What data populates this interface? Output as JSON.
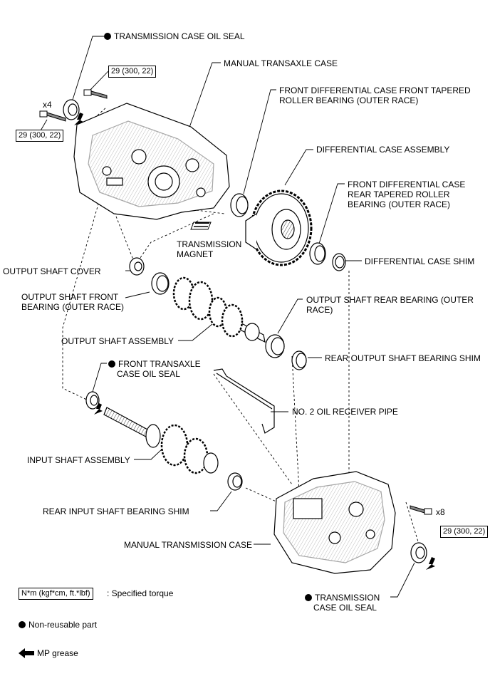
{
  "labels": {
    "transmission_case_oil_seal_top": "TRANSMISSION CASE OIL SEAL",
    "manual_transaxle_case": "MANUAL TRANSAXLE CASE",
    "front_diff_front_bearing_1": "FRONT DIFFERENTIAL CASE FRONT TAPERED",
    "front_diff_front_bearing_2": "ROLLER BEARING (OUTER RACE)",
    "differential_case_assembly": "DIFFERENTIAL CASE ASSEMBLY",
    "front_diff_rear_bearing_1": "FRONT DIFFERENTIAL CASE",
    "front_diff_rear_bearing_2": "REAR TAPERED ROLLER",
    "front_diff_rear_bearing_3": "BEARING (OUTER RACE)",
    "differential_case_shim": "DIFFERENTIAL CASE SHIM",
    "transmission_magnet_1": "TRANSMISSION",
    "transmission_magnet_2": "MAGNET",
    "output_shaft_cover": "OUTPUT SHAFT COVER",
    "output_shaft_front_bearing_1": "OUTPUT SHAFT FRONT",
    "output_shaft_front_bearing_2": "BEARING (OUTER RACE)",
    "output_shaft_rear_bearing_1": "OUTPUT SHAFT REAR BEARING (OUTER",
    "output_shaft_rear_bearing_2": "RACE)",
    "output_shaft_assembly": "OUTPUT SHAFT ASSEMBLY",
    "rear_output_shaft_bearing_shim": "REAR OUTPUT SHAFT BEARING SHIM",
    "front_transaxle_case_oil_seal_1": "FRONT TRANSAXLE",
    "front_transaxle_case_oil_seal_2": "CASE OIL SEAL",
    "no2_oil_receiver_pipe": "NO. 2 OIL RECEIVER PIPE",
    "input_shaft_assembly": "INPUT SHAFT ASSEMBLY",
    "rear_input_shaft_bearing_shim": "REAR INPUT SHAFT BEARING SHIM",
    "manual_transmission_case": "MANUAL TRANSMISSION CASE",
    "transmission_case_oil_seal_bottom_1": "TRANSMISSION",
    "transmission_case_oil_seal_bottom_2": "CASE OIL SEAL"
  },
  "torque": {
    "top_single": "29 (300, 22)",
    "left_x4": "29 (300, 22)",
    "bottom_x8": "29 (300, 22)",
    "qty_x4": "x4",
    "qty_x8": "x8"
  },
  "legend": {
    "torque_unit": "N*m (kgf*cm, ft.*lbf)",
    "torque_desc": ": Specified torque",
    "non_reusable": "Non-reusable part",
    "mp_grease": "MP grease"
  },
  "icons": {
    "non_reusable": "filled-circle-icon",
    "grease": "arrow-left-icon"
  }
}
